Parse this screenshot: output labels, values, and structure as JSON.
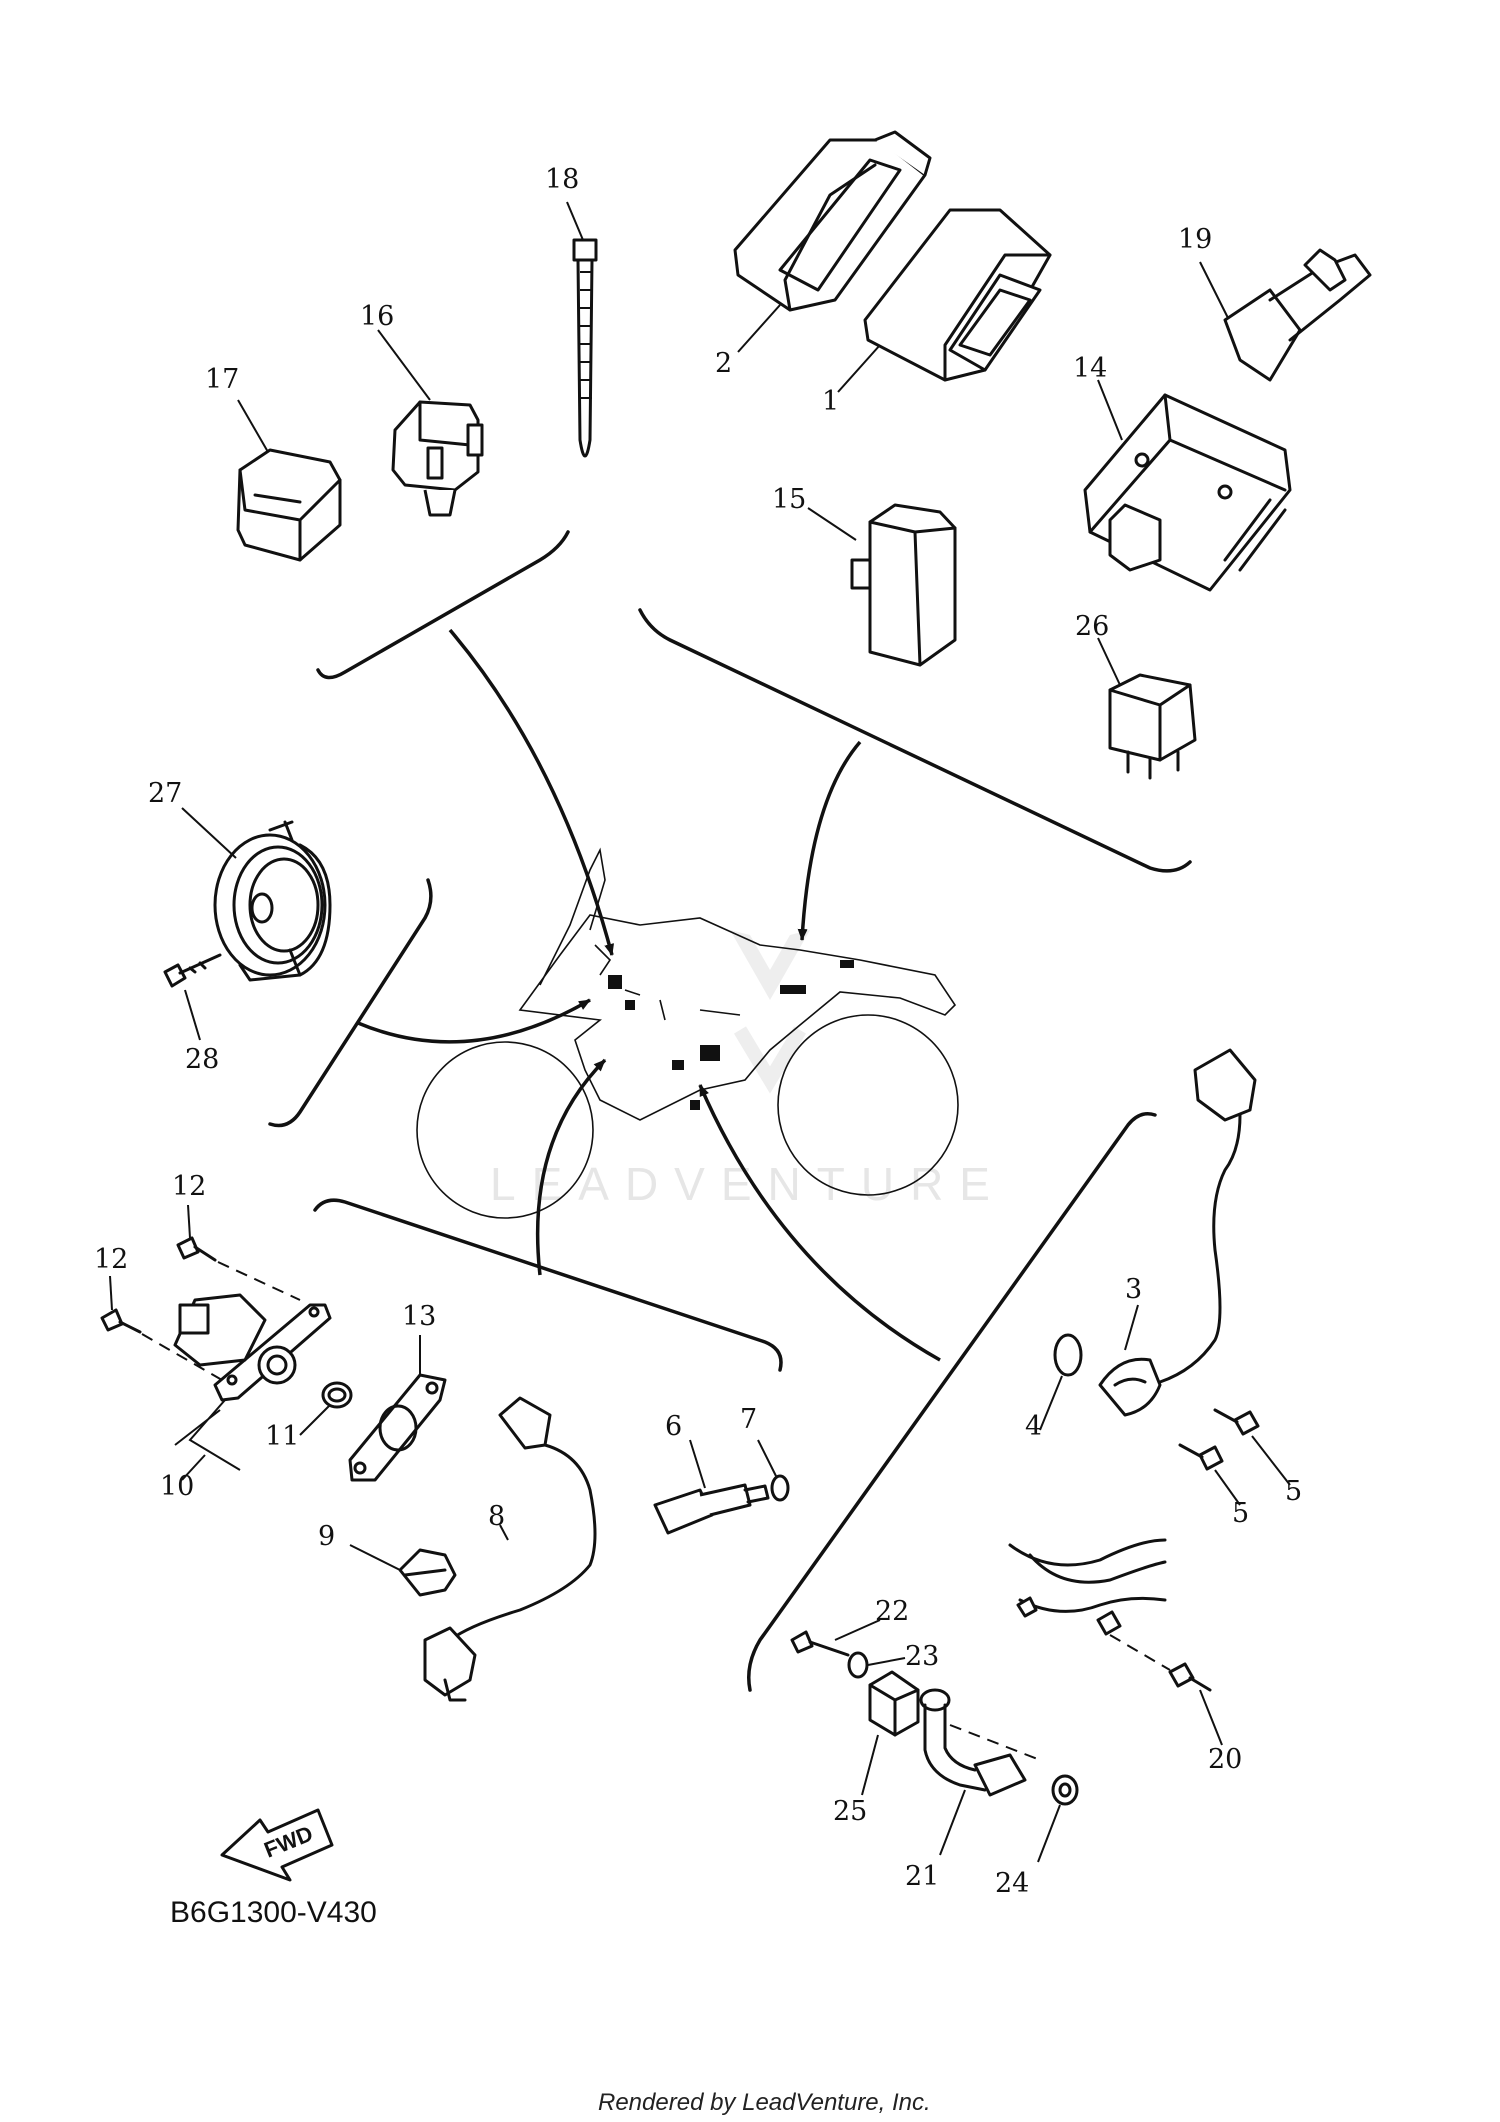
{
  "diagram": {
    "watermark": "LEADVENTURE",
    "diagram_code": "B6G1300-V430",
    "rendered_by": "Rendered by LeadVenture, Inc.",
    "fwd_label": "FWD",
    "callouts": {
      "c1": "1",
      "c2": "2",
      "c3": "3",
      "c4": "4",
      "c5a": "5",
      "c5b": "5",
      "c6": "6",
      "c7": "7",
      "c8": "8",
      "c9": "9",
      "c10": "10",
      "c11": "11",
      "c12a": "12",
      "c12b": "12",
      "c13": "13",
      "c14": "14",
      "c15": "15",
      "c16": "16",
      "c17": "17",
      "c18": "18",
      "c19": "19",
      "c20": "20",
      "c21": "21",
      "c22": "22",
      "c23": "23",
      "c24": "24",
      "c25": "25",
      "c26": "26",
      "c27": "27",
      "c28": "28"
    }
  }
}
